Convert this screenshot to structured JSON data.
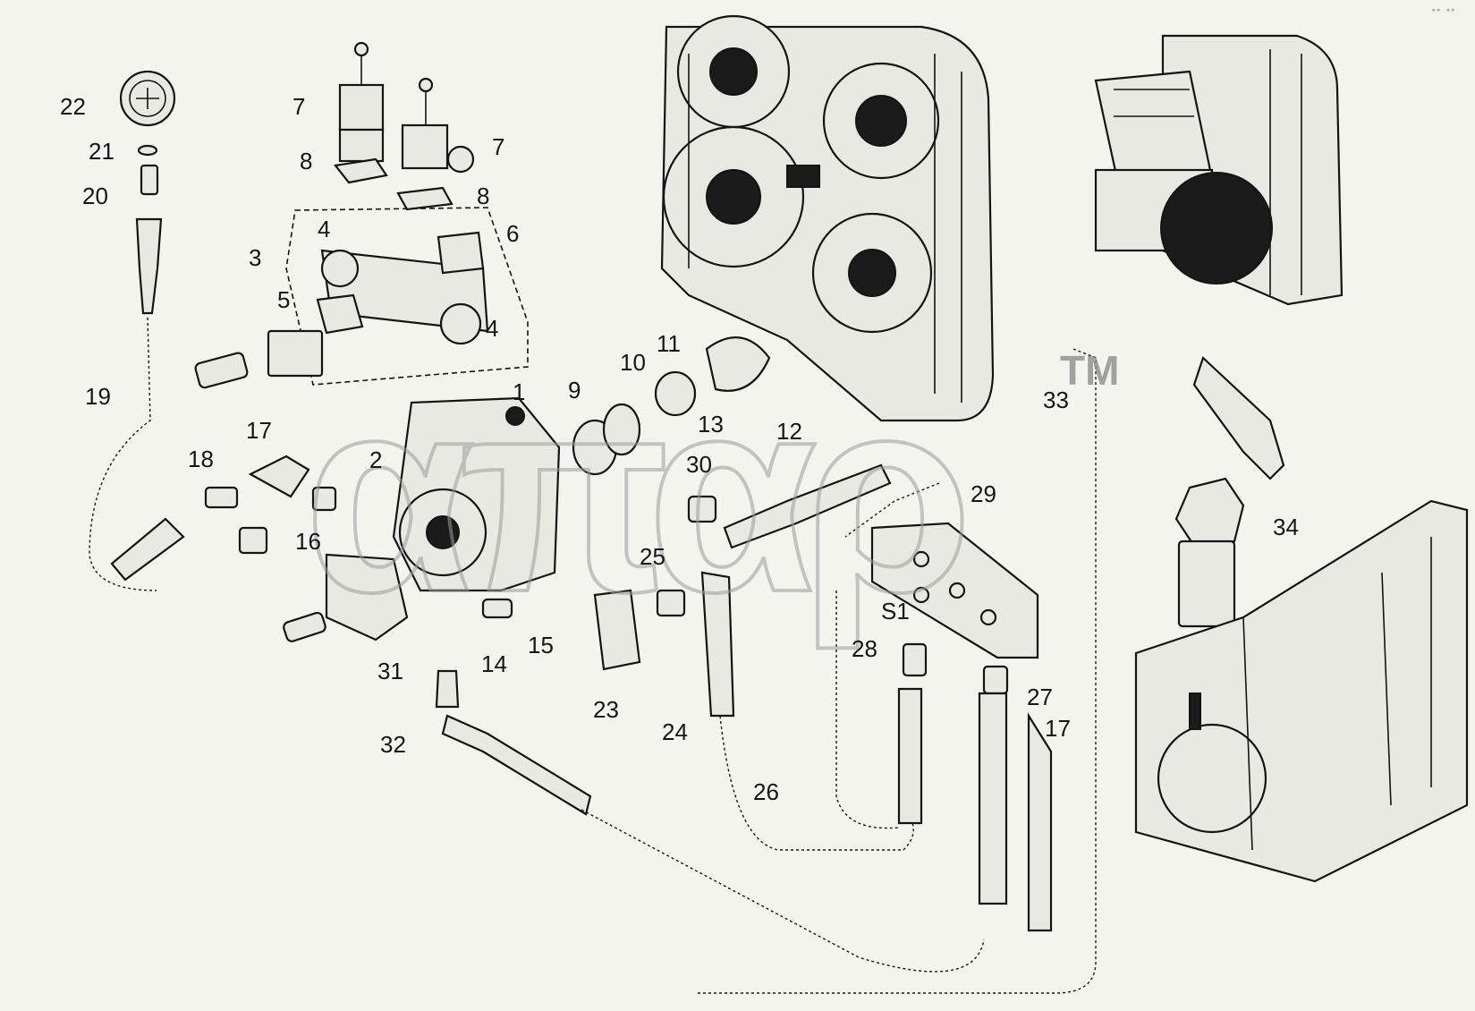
{
  "watermark": {
    "text": "απαρ",
    "tm": "TM"
  },
  "corner_mark": "∘∘ ∘∘",
  "callouts": [
    "1",
    "2",
    "3",
    "4",
    "4",
    "5",
    "6",
    "7",
    "7",
    "8",
    "8",
    "9",
    "10",
    "11",
    "12",
    "13",
    "14",
    "15",
    "16",
    "17",
    "17",
    "18",
    "19",
    "20",
    "21",
    "22",
    "23",
    "24",
    "25",
    "26",
    "27",
    "28",
    "29",
    "30",
    "31",
    "32",
    "33",
    "34",
    "S1"
  ]
}
